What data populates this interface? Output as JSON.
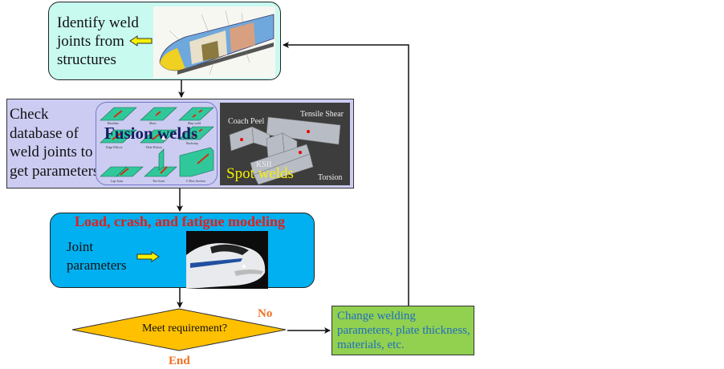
{
  "boxes": {
    "identify": {
      "text": "Identify weld joints from structures",
      "line1": "Identify weld",
      "line2": "joints from",
      "line3": "structures",
      "background": "#c8faf0"
    },
    "database": {
      "line1": "Check",
      "line2": "database of",
      "line3": "weld joints to",
      "line4": "get parameters",
      "background": "#ccccf2",
      "fusion": {
        "title": "Fusion welds",
        "labels": [
          "Baseline",
          "Short",
          "Skip weld",
          "Edge Effects",
          "Hole Effects",
          "Backstep",
          "Lap Joint",
          "Tee-Joint",
          "C-Box Section"
        ]
      },
      "spot": {
        "title": "Spot welds",
        "labels": [
          "Coach Peel",
          "Tensile Shear",
          "KSII",
          "Torsion"
        ]
      }
    },
    "modeling": {
      "title": "Load, crash, and fatigue modeling",
      "line1": "Joint",
      "line2": "parameters",
      "background": "#00b0f0",
      "title_color": "#e0201c"
    },
    "decision": {
      "text": "Meet requirement?",
      "background": "#ffc000",
      "no_label": "No",
      "end_label": "End",
      "label_color": "#f07020"
    },
    "change": {
      "line1": "Change welding",
      "line2": "parameters, plate thickness,",
      "line3": "materials, etc.",
      "background": "#92d050",
      "text_color": "#1f6fbf"
    }
  }
}
